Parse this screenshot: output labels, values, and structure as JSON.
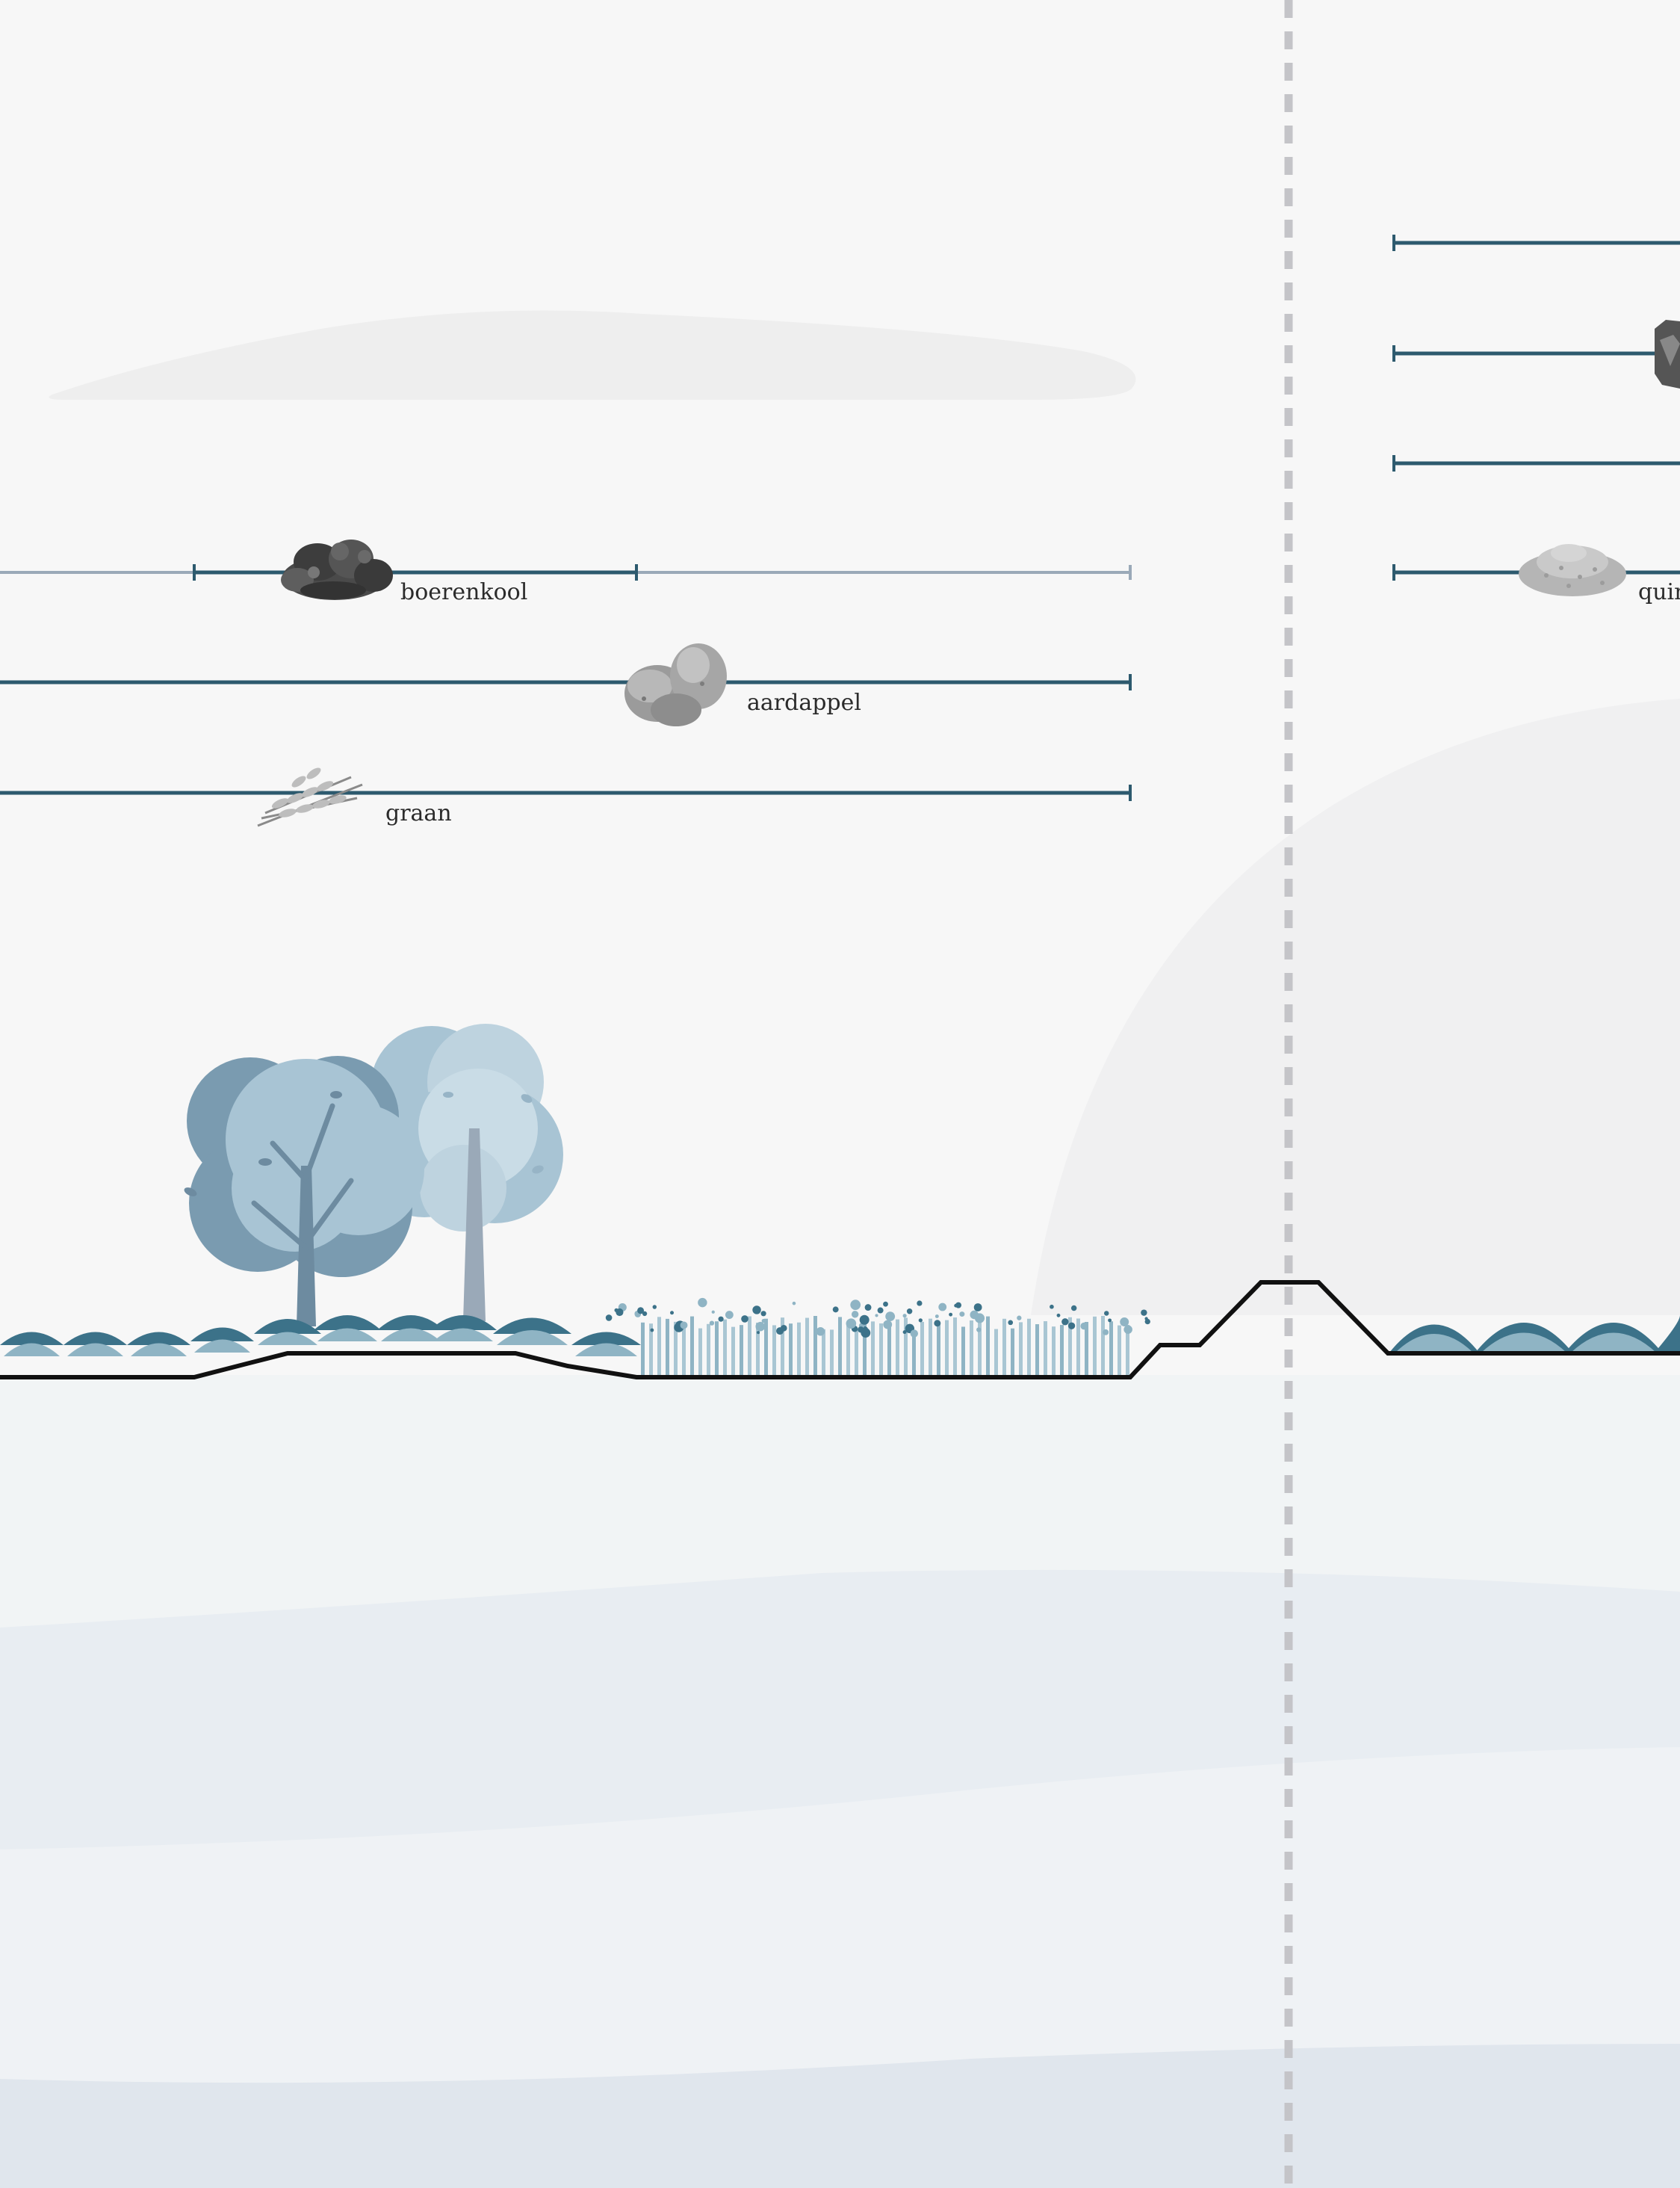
{
  "crops": {
    "boerenkool": {
      "label": "boerenkool",
      "icon": "kale-icon"
    },
    "aardappel": {
      "label": "aardappel",
      "icon": "potato-icon"
    },
    "graan": {
      "label": "graan",
      "icon": "grain-icon"
    },
    "quinoa": {
      "label": "quin",
      "icon": "quinoa-icon"
    }
  },
  "colors": {
    "background": "#f7f7f7",
    "timeline": "#2d5a6e",
    "timeline_faded": "#9aa9b8",
    "ground_line": "#111111",
    "divider": "#c4c4c8",
    "bush_dark": "#3c7289",
    "bush_light": "#8fb4c4",
    "tree_dark": "#7a9bb0",
    "tree_light": "#a8c4d4",
    "tree_pale": "#c9dce6",
    "soil_layer_1": "#eef2f4",
    "soil_layer_2": "#e7ecf2",
    "soil_layer_3": "#dfe6ee"
  }
}
